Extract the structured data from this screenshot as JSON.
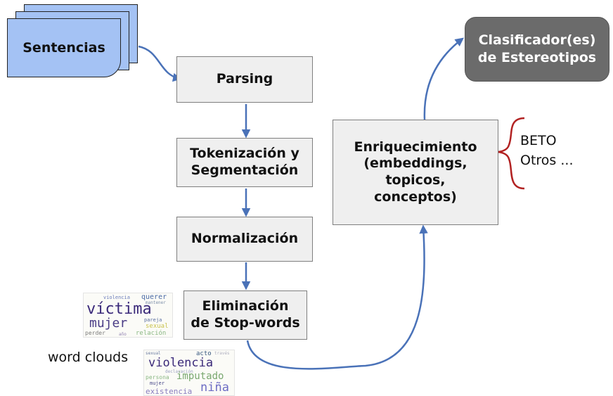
{
  "diagram": {
    "input_doc": "Sentencias",
    "steps": [
      "Parsing",
      "Tokenización y\nSegmentación",
      "Normalización",
      "Eliminación\nde Stop-words"
    ],
    "enrichment": "Enriquecimiento\n(embeddings,\ntopicos,\nconceptos)",
    "classifier": "Clasificador(es)\nde Estereotipos",
    "enrichment_options": [
      "BETO",
      "Otros ..."
    ],
    "word_clouds_label": "word clouds",
    "colors": {
      "step_fill": "#efefef",
      "doc_fill": "#a4c2f4",
      "arrow": "#4a72b8",
      "classifier_fill": "#6b6b6b",
      "brace": "#b22222"
    }
  },
  "word_clouds": [
    {
      "words": [
        {
          "text": "víctima",
          "color": "#3b2a7a"
        },
        {
          "text": "mujer",
          "color": "#4a3c86"
        },
        {
          "text": "violencia",
          "color": "#6c7dbb"
        },
        {
          "text": "querer",
          "color": "#4a6aa6"
        },
        {
          "text": "mantener",
          "color": "#7d8fa9"
        },
        {
          "text": "pareja",
          "color": "#5a6ea0"
        },
        {
          "text": "sexual",
          "color": "#c8c24e"
        },
        {
          "text": "perder",
          "color": "#7d7d7d"
        },
        {
          "text": "relación",
          "color": "#8bb884"
        },
        {
          "text": "año",
          "color": "#8f7fb0"
        }
      ]
    },
    {
      "words": [
        {
          "text": "violencia",
          "color": "#3b2a7a"
        },
        {
          "text": "imputado",
          "color": "#7aa870"
        },
        {
          "text": "niña",
          "color": "#6c6cc4"
        },
        {
          "text": "existencia",
          "color": "#8a7fc0"
        },
        {
          "text": "acto",
          "color": "#3a5a80"
        },
        {
          "text": "persona",
          "color": "#8bb884"
        },
        {
          "text": "mujer",
          "color": "#4a4a8a"
        },
        {
          "text": "sexual",
          "color": "#6a7aa0"
        },
        {
          "text": "declaración",
          "color": "#9aa0c0"
        },
        {
          "text": "través",
          "color": "#b0b0c0"
        }
      ]
    }
  ]
}
